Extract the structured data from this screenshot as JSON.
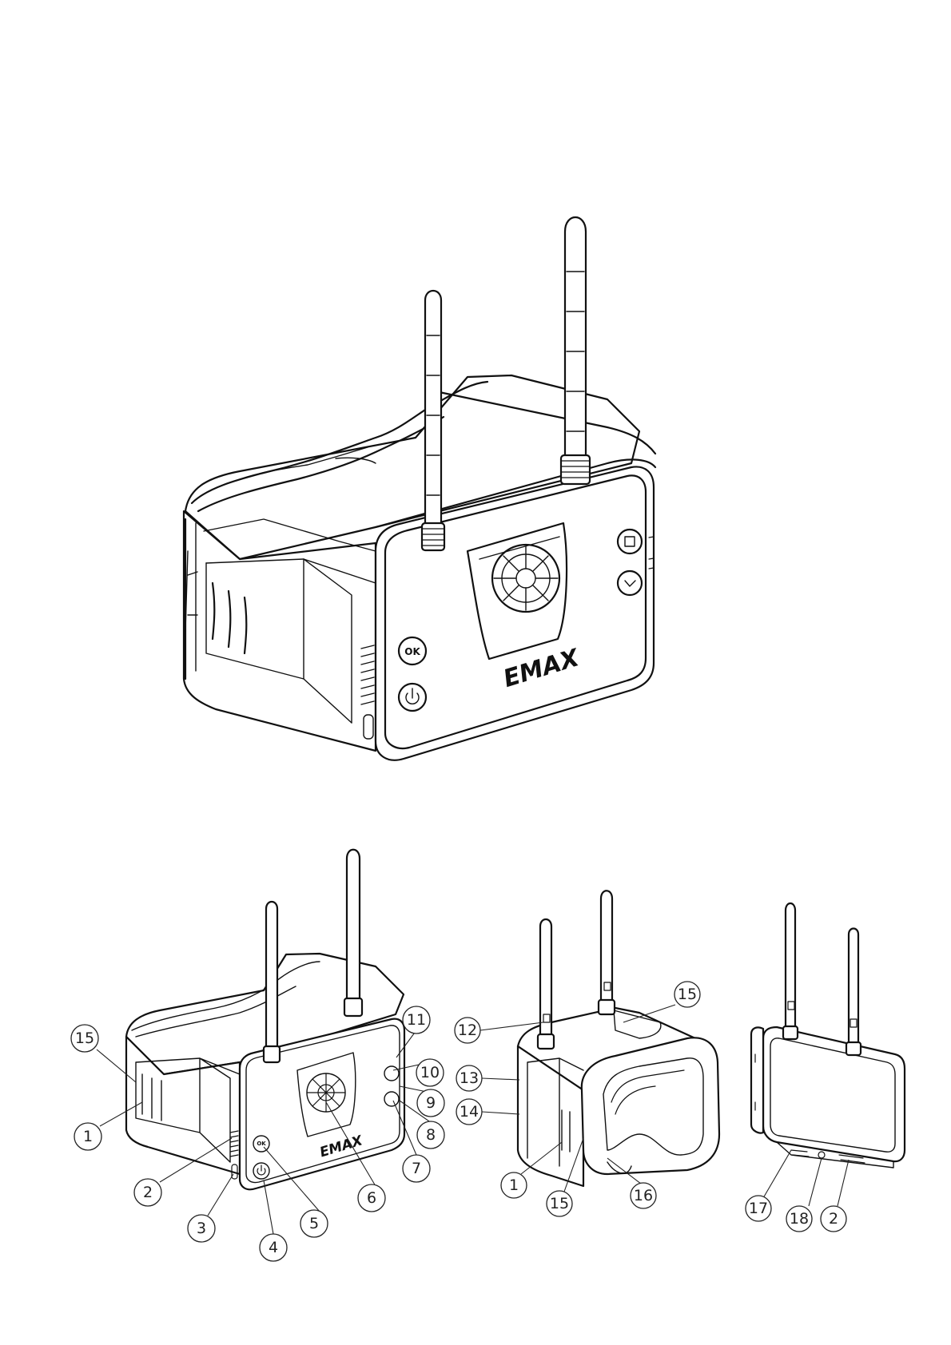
{
  "figure": {
    "brand_logo": "EMAX",
    "ok_button_label": "OK"
  },
  "callouts": {
    "front_view": [
      "15",
      "1",
      "2",
      "3",
      "4",
      "5",
      "6",
      "7",
      "8",
      "9",
      "10",
      "11"
    ],
    "side_view": [
      "12",
      "13",
      "14",
      "1",
      "15",
      "15",
      "16"
    ],
    "back_view": [
      "17",
      "18",
      "2"
    ]
  },
  "icons": {
    "power": "power-icon",
    "ok": "ok-button-icon",
    "fan": "fan-icon",
    "menu": "menu-icon",
    "down": "chevron-down-icon",
    "antenna": "antenna-icon"
  }
}
